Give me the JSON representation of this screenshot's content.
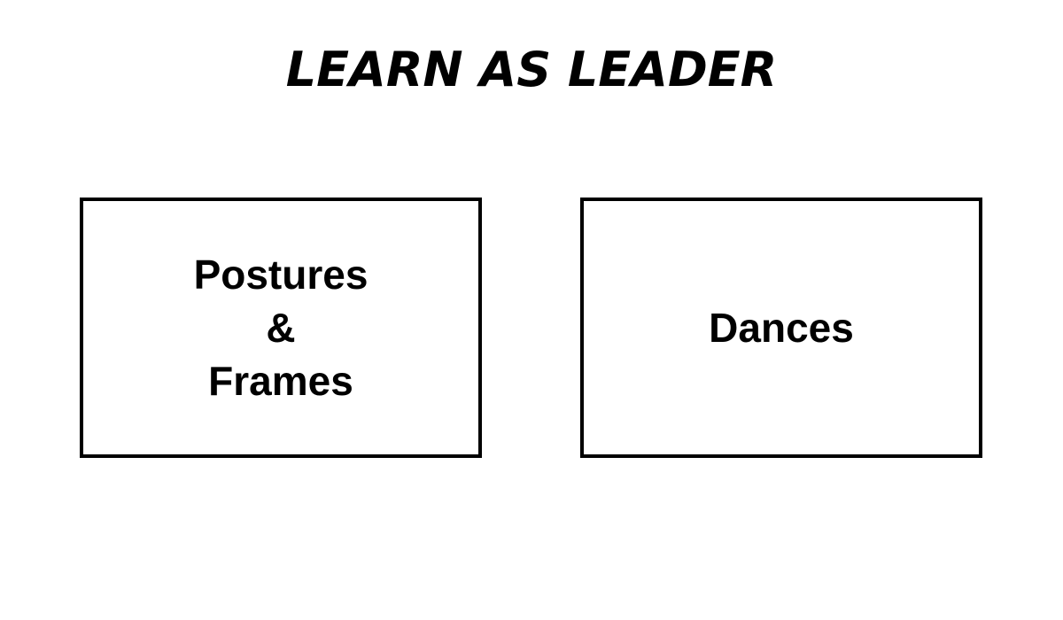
{
  "header": {
    "title": "LEARN AS LEADER"
  },
  "menu": {
    "postures_frames": {
      "line1": "Postures",
      "line2": "&",
      "line3": "Frames"
    },
    "dances": {
      "label": "Dances"
    }
  },
  "colors": {
    "background": "#ffffff",
    "text": "#000000",
    "border": "#000000"
  }
}
